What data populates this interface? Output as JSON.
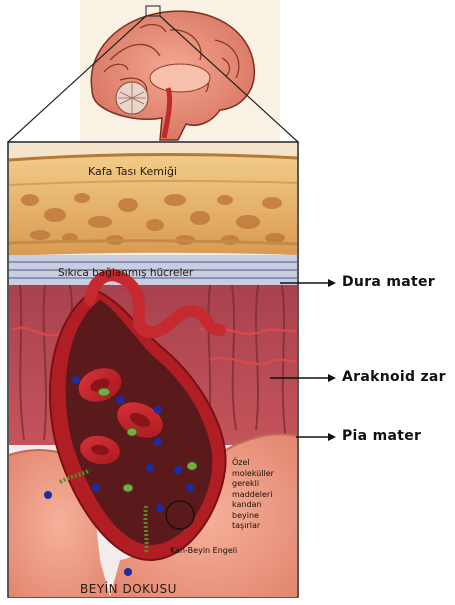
{
  "labels": {
    "skull": "Kafa Tası Kemiği",
    "tight_cells": "Sıkıca bağlanmış hücreler",
    "special_molecules": [
      "Özel",
      "moleküller",
      "gerekli",
      "maddeleri",
      "kandan",
      "beyine",
      "taşırlar"
    ],
    "bbb": "Kan-Beyin Engeli",
    "brain_tissue": "BEYİN DOKUSU"
  },
  "side_labels": {
    "dura": "Dura mater",
    "arachnoid": "Araknoid zar",
    "pia": "Pia mater"
  },
  "colors": {
    "skull_bone": "#e8b56a",
    "meninges_blue": "#9aa6c6",
    "arachnoid_red": "#b5444a",
    "blood_vessel": "#c0242a",
    "brain_tissue": "#ee9e86",
    "molecule_blue": "#1a2ca8",
    "molecule_green": "#6a9a3a"
  }
}
